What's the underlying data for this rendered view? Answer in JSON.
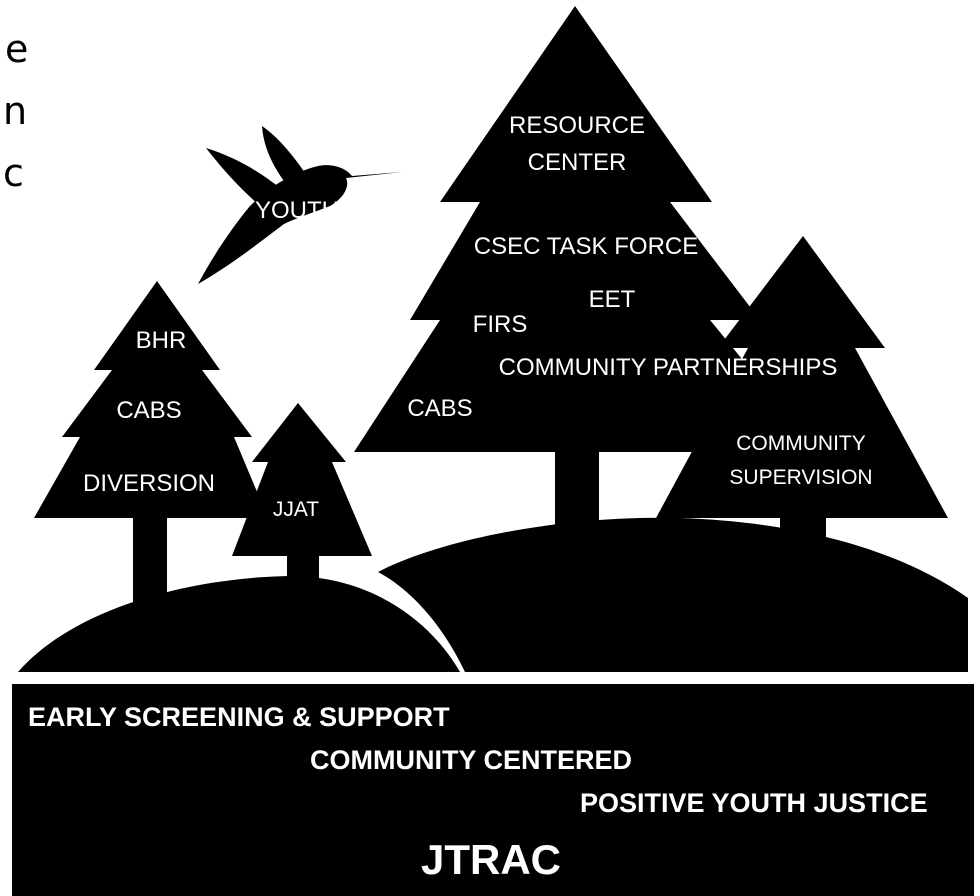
{
  "edge_text": [
    "e",
    "n",
    "c"
  ],
  "bird": {
    "label": "YOUTH"
  },
  "tree_left": {
    "labels": [
      "BHR",
      "CABS",
      "DIVERSION"
    ]
  },
  "tree_small": {
    "label": "JJAT"
  },
  "tree_big": {
    "labels": [
      "RESOURCE",
      "CENTER",
      "CSEC TASK FORCE",
      "EET",
      "FIRS",
      "COMMUNITY PARTNERSHIPS",
      "CABS"
    ]
  },
  "tree_right": {
    "labels": [
      "COMMUNITY",
      "SUPERVISION"
    ]
  },
  "base": {
    "line1": "EARLY SCREENING & SUPPORT",
    "line2": "COMMUNITY CENTERED",
    "line3": "POSITIVE YOUTH JUSTICE",
    "title": "JTRAC"
  },
  "colors": {
    "ink": "#000000",
    "text_on_ink": "#ffffff",
    "background": "#ffffff"
  }
}
